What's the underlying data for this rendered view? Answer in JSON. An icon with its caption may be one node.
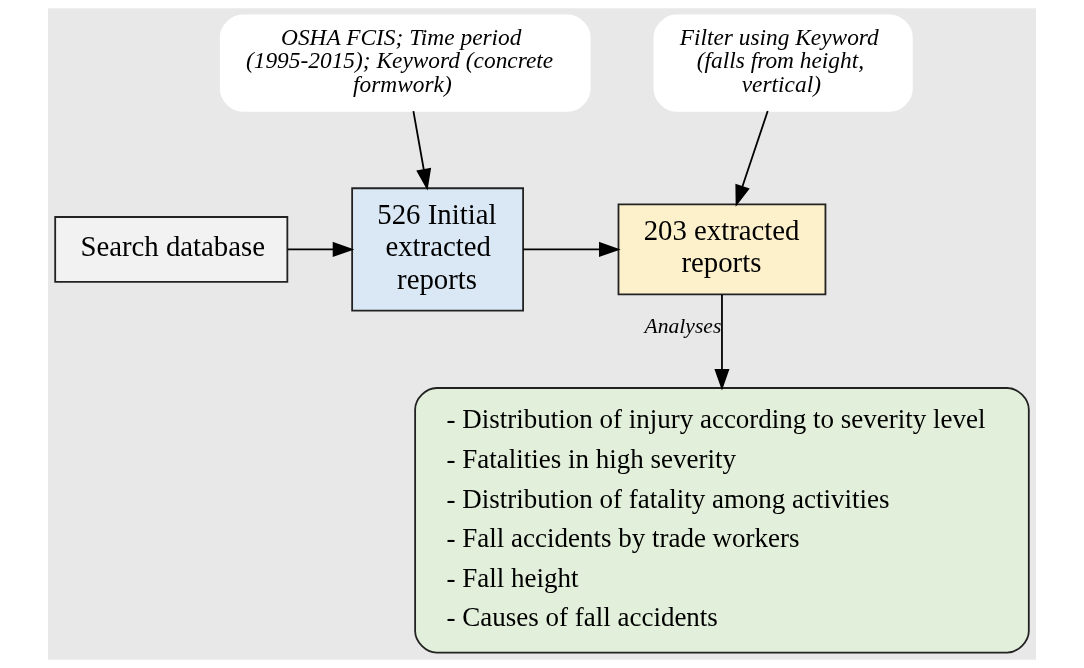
{
  "diagram": {
    "nodes": [
      {
        "text": [
          "Search database"
        ]
      },
      {
        "text": [
          "526 Initial extracted reports"
        ]
      },
      {
        "text": [
          "203 extracted reports"
        ]
      },
      {
        "text": [
          "OSHA FCIS; Time period (1995-2015); Keyword (concrete formwork)"
        ]
      },
      {
        "text": [
          "Filter using Keyword (falls from height, vertical)"
        ]
      },
      {
        "text": [
          "- Distribution of injury according to severity level",
          "- Fatalities in high severity",
          "- Distribution of fatality among activities",
          "- Fall accidents by trade workers",
          "- Fall height",
          "- Causes of fall accidents"
        ]
      }
    ],
    "edges": [
      {
        "from": 0,
        "to": 1,
        "arrow": "to"
      },
      {
        "from": 3,
        "to": 1,
        "arrow": "to"
      },
      {
        "from": 1,
        "to": 2,
        "arrow": "to"
      },
      {
        "from": 4,
        "to": 2,
        "arrow": "to"
      },
      {
        "from": 2,
        "to": 5,
        "arrow": "to",
        "label": "Analyses"
      }
    ]
  }
}
